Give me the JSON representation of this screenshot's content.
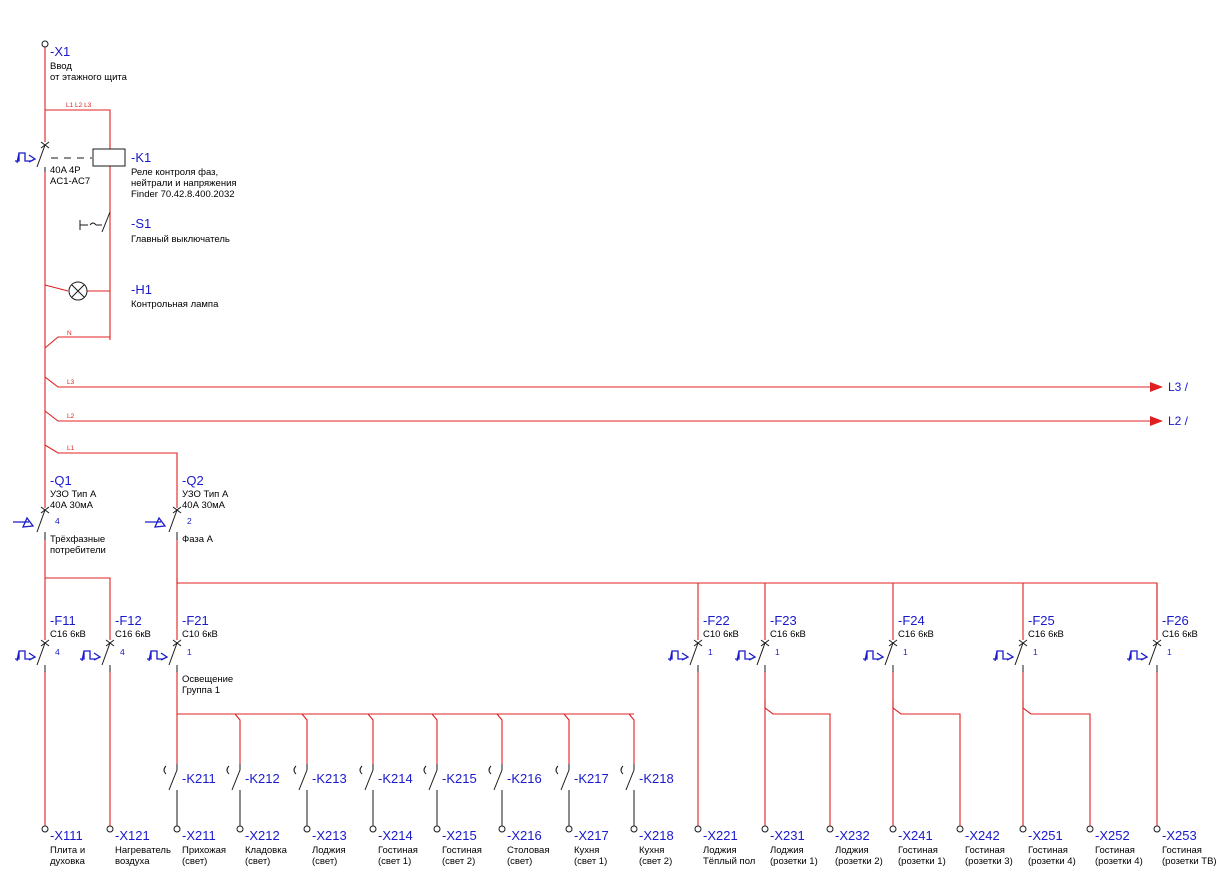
{
  "colors": {
    "wire": "#e02020",
    "reference": "#1a1acc",
    "text": "#000000",
    "device": "#1a1a1a"
  },
  "input": {
    "ref": "-X1",
    "desc": [
      "Ввод",
      "от этажного щита"
    ],
    "phases_label": "L1 L2 L3"
  },
  "main_breaker": {
    "desc": [
      "40A 4P",
      "AC1-AC7"
    ]
  },
  "relay": {
    "ref": "-K1",
    "desc": [
      "Реле контроля фаз,",
      "нейтрали и напряжения",
      "Finder 70.42.8.400.2032"
    ]
  },
  "switch": {
    "ref": "-S1",
    "desc": [
      "Главный выключатель"
    ]
  },
  "lamp": {
    "ref": "-H1",
    "desc": [
      "Контрольная лампа"
    ]
  },
  "neutral_label": "N",
  "busbars": [
    {
      "label": "L3",
      "out": "L3 /"
    },
    {
      "label": "L2",
      "out": "L2 /"
    },
    {
      "label": "L1",
      "out": ""
    }
  ],
  "rcds": [
    {
      "ref": "-Q1",
      "desc": [
        "УЗО Тип А",
        "40А 30мА"
      ],
      "poles": "4",
      "sub": [
        "Трёхфазные",
        "потребители"
      ]
    },
    {
      "ref": "-Q2",
      "desc": [
        "УЗО Тип А",
        "40А 30мА"
      ],
      "poles": "2",
      "sub": [
        "Фаза А"
      ]
    }
  ],
  "breakers": [
    {
      "ref": "-F11",
      "rating": "C16 6кВ",
      "poles": "4"
    },
    {
      "ref": "-F12",
      "rating": "C16 6кВ",
      "poles": "4"
    },
    {
      "ref": "-F21",
      "rating": "C10 6кВ",
      "poles": "1",
      "sub": [
        "Освещение",
        "Группа 1"
      ]
    },
    {
      "ref": "-F22",
      "rating": "C10 6кВ",
      "poles": "1"
    },
    {
      "ref": "-F23",
      "rating": "C16 6кВ",
      "poles": "1"
    },
    {
      "ref": "-F24",
      "rating": "C16 6кВ",
      "poles": "1"
    },
    {
      "ref": "-F25",
      "rating": "C16 6кВ",
      "poles": "1"
    },
    {
      "ref": "-F26",
      "rating": "C16 6кВ",
      "poles": "1"
    }
  ],
  "switches": [
    "-K211",
    "-K212",
    "-K213",
    "-K214",
    "-K215",
    "-K216",
    "-K217",
    "-K218"
  ],
  "terminals": [
    {
      "ref": "-X111",
      "desc": [
        "Плита и",
        "духовка"
      ]
    },
    {
      "ref": "-X121",
      "desc": [
        "Нагреватель",
        "воздуха"
      ]
    },
    {
      "ref": "-X211",
      "desc": [
        "Прихожая",
        "(свет)"
      ]
    },
    {
      "ref": "-X212",
      "desc": [
        "Кладовка",
        "(свет)"
      ]
    },
    {
      "ref": "-X213",
      "desc": [
        "Лоджия",
        "(свет)"
      ]
    },
    {
      "ref": "-X214",
      "desc": [
        "Гостиная",
        "(свет 1)"
      ]
    },
    {
      "ref": "-X215",
      "desc": [
        "Гостиная",
        "(свет 2)"
      ]
    },
    {
      "ref": "-X216",
      "desc": [
        "Столовая",
        "(свет)"
      ]
    },
    {
      "ref": "-X217",
      "desc": [
        "Кухня",
        "(свет 1)"
      ]
    },
    {
      "ref": "-X218",
      "desc": [
        "Кухня",
        "(свет 2)"
      ]
    },
    {
      "ref": "-X221",
      "desc": [
        "Лоджия",
        "Тёплый пол"
      ]
    },
    {
      "ref": "-X231",
      "desc": [
        "Лоджия",
        "(розетки 1)"
      ]
    },
    {
      "ref": "-X232",
      "desc": [
        "Лоджия",
        "(розетки 2)"
      ]
    },
    {
      "ref": "-X241",
      "desc": [
        "Гостиная",
        "(розетки 1)"
      ]
    },
    {
      "ref": "-X242",
      "desc": [
        "Гостиная",
        "(розетки 3)"
      ]
    },
    {
      "ref": "-X251",
      "desc": [
        "Гостиная",
        "(розетки 4)"
      ]
    },
    {
      "ref": "-X252",
      "desc": [
        "Гостиная",
        "(розетки 4)"
      ]
    },
    {
      "ref": "-X253",
      "desc": [
        "Гостиная",
        "(розетки ТВ)"
      ]
    }
  ]
}
